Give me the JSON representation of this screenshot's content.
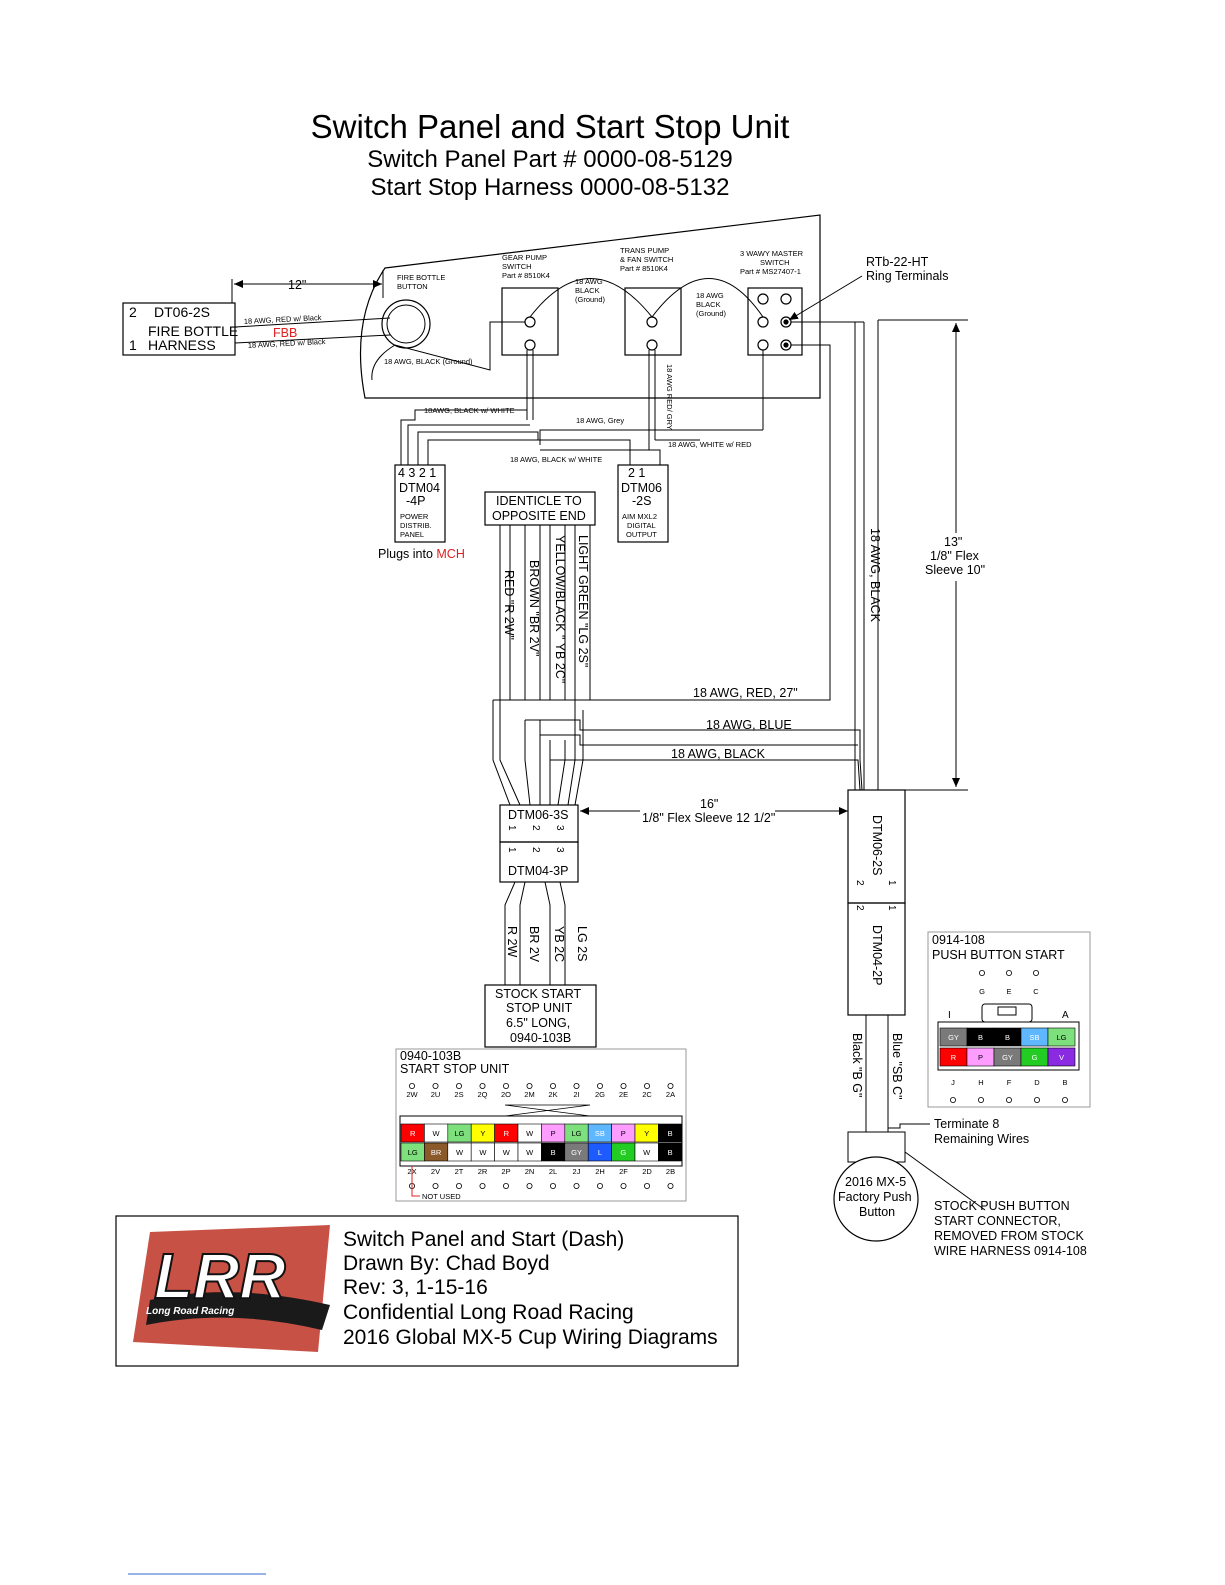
{
  "header": {
    "title": "Switch Panel and Start Stop Unit",
    "subtitle1": "Switch Panel Part # 0000-08-5129",
    "subtitle2": "Start Stop Harness 0000-08-5132"
  },
  "panel": {
    "dim_12": "12\"",
    "fire_bottle_button": [
      "FIRE BOTTLE",
      "BUTTON"
    ],
    "gear_pump_switch": [
      "GEAR PUMP",
      "SWITCH",
      "Part # 8510K4"
    ],
    "trans_pump_switch": [
      "TRANS PUMP",
      "& FAN SWITCH",
      "Part # 8510K4"
    ],
    "master_switch": [
      "3 WAWY MASTER",
      "SWITCH",
      "Part # MS27407-1"
    ],
    "ring_terminals": [
      "RTb-22-HT",
      "Ring Terminals"
    ],
    "awg_black_ground_1": [
      "18 AWG",
      "BLACK",
      "(Ground)"
    ],
    "awg_black_ground_2": [
      "18 AWG",
      "BLACK",
      "(Ground)"
    ],
    "awg_black_ground_3": "18 AWG, BLACK (Ground)",
    "awg_red_grey": "18 AWG RED/ GRY"
  },
  "fire_bottle_harness": {
    "pin2": "2",
    "pin1": "1",
    "connector": "DT06-2S",
    "label": [
      "FIRE BOTTLE",
      "HARNESS"
    ],
    "wire_top": "18 AWG, RED w/ Black",
    "wire_bottom": "18 AWG, RED w/ Black",
    "fbb": "FBB",
    "fbb_color": "#e02020"
  },
  "power_dist": {
    "pins": "4 3 2 1",
    "connector": [
      "DTM04",
      "-4P"
    ],
    "label": [
      "POWER",
      "DISTRIB.",
      "PANEL"
    ],
    "plugs_into": "Plugs into ",
    "mch": "MCH",
    "mch_color": "#e02020"
  },
  "aim_output": {
    "pins": "2   1",
    "connector": [
      "DTM06",
      "-2S"
    ],
    "label": [
      "AIM MXL2",
      "DIGITAL",
      "OUTPUT"
    ]
  },
  "wires": {
    "black_white_1": "18AWG, BLACK w/ WHITE",
    "grey": "18 AWG, Grey",
    "white_red": "18 AWG, WHITE w/ RED",
    "black_white_2": "18 AWG, BLACK w/ WHITE",
    "identicle": [
      "IDENTICLE TO",
      "OPPOSITE END"
    ],
    "red_r2w": "RED \"R 2W\"",
    "brown_br2v": "BROWN \"BR 2V\"",
    "yellow_black": "YELLOW/BLACK \" YB 2C\"",
    "light_green": "LIGHT GREEN \"LG 2S\"",
    "red_27": "18 AWG, RED, 27\"",
    "blue": "18 AWG, BLUE",
    "black": "18 AWG, BLACK",
    "awg_black_vertical": "18 AWG, BLACK",
    "dim_13": [
      "13\"",
      "1/8\" Flex",
      "Sleeve 10\""
    ],
    "dim_16": [
      "16\"",
      "1/8\" Flex Sleeve 12 1/2\""
    ]
  },
  "dtm06_3s": {
    "name": "DTM06-3S",
    "pins": [
      "1",
      "2",
      "3"
    ]
  },
  "dtm04_3p": {
    "name": "DTM04-3P",
    "pins": [
      "1",
      "2",
      "3"
    ]
  },
  "lower_wires": [
    "R 2W",
    "BR 2V",
    "YB 2C",
    "LG 2S"
  ],
  "stock_unit": [
    "STOCK START",
    "STOP UNIT",
    "6.5\" LONG,",
    "0940-103B"
  ],
  "dtm06_2s": {
    "name": "DTM06-2S",
    "pins": [
      "2",
      "1"
    ]
  },
  "dtm04_2p": {
    "name": "DTM04-2P",
    "pins": [
      "2",
      "1"
    ]
  },
  "push_wires": {
    "black": "Black \"B G\"",
    "blue": "Blue \"SB C\""
  },
  "terminate": [
    "Terminate 8",
    "Remaining Wires"
  ],
  "factory_button": [
    "2016 MX-5",
    "Factory Push",
    "Button"
  ],
  "stock_connector": [
    "STOCK PUSH BUTTON",
    "START CONNECTOR,",
    "REMOVED FROM STOCK",
    "WIRE HARNESS 0914-108"
  ],
  "push_button_detail": {
    "part": "0914-108",
    "title": "PUSH BUTTON START",
    "top_pins": [
      "G",
      "E",
      "C"
    ],
    "side_left": "I",
    "side_right": "A",
    "row1": [
      {
        "t": "GY",
        "bg": "#7a7a7a",
        "fg": "#ffffff"
      },
      {
        "t": "B",
        "bg": "#000000",
        "fg": "#ffffff"
      },
      {
        "t": "B",
        "bg": "#000000",
        "fg": "#ffffff"
      },
      {
        "t": "SB",
        "bg": "#5fb8ff",
        "fg": "#ffffff"
      },
      {
        "t": "LG",
        "bg": "#7de07d",
        "fg": "#000000"
      }
    ],
    "row2": [
      {
        "t": "R",
        "bg": "#ff0000",
        "fg": "#ffffff"
      },
      {
        "t": "P",
        "bg": "#ff9cff",
        "fg": "#000000"
      },
      {
        "t": "GY",
        "bg": "#7a7a7a",
        "fg": "#ffffff"
      },
      {
        "t": "G",
        "bg": "#22cc22",
        "fg": "#ffffff"
      },
      {
        "t": "V",
        "bg": "#8a2be2",
        "fg": "#ffffff"
      }
    ],
    "bottom_pins": [
      "J",
      "H",
      "F",
      "D",
      "B"
    ]
  },
  "start_stop_detail": {
    "part": "0940-103B",
    "title": "START STOP UNIT",
    "top_pins": [
      "2W",
      "2U",
      "2S",
      "2Q",
      "2O",
      "2M",
      "2K",
      "2I",
      "2G",
      "2E",
      "2C",
      "2A"
    ],
    "row1": [
      {
        "t": "R",
        "bg": "#ff0000",
        "fg": "#ffffff"
      },
      {
        "t": "W",
        "bg": "#ffffff",
        "fg": "#000000"
      },
      {
        "t": "LG",
        "bg": "#7de07d",
        "fg": "#000000"
      },
      {
        "t": "Y",
        "bg": "#ffff00",
        "fg": "#000000"
      },
      {
        "t": "R",
        "bg": "#ff0000",
        "fg": "#ffffff"
      },
      {
        "t": "W",
        "bg": "#ffffff",
        "fg": "#000000"
      },
      {
        "t": "P",
        "bg": "#ff9cff",
        "fg": "#000000"
      },
      {
        "t": "LG",
        "bg": "#7de07d",
        "fg": "#000000"
      },
      {
        "t": "SB",
        "bg": "#5fb8ff",
        "fg": "#ffffff"
      },
      {
        "t": "P",
        "bg": "#ff9cff",
        "fg": "#000000"
      },
      {
        "t": "Y",
        "bg": "#ffff00",
        "fg": "#000000"
      },
      {
        "t": "B",
        "bg": "#000000",
        "fg": "#ffffff"
      }
    ],
    "row2": [
      {
        "t": "LG",
        "bg": "#7de07d",
        "fg": "#000000"
      },
      {
        "t": "BR",
        "bg": "#8b5a2b",
        "fg": "#ffffff"
      },
      {
        "t": "W",
        "bg": "#ffffff",
        "fg": "#000000"
      },
      {
        "t": "W",
        "bg": "#ffffff",
        "fg": "#000000"
      },
      {
        "t": "W",
        "bg": "#ffffff",
        "fg": "#000000"
      },
      {
        "t": "W",
        "bg": "#ffffff",
        "fg": "#000000"
      },
      {
        "t": "B",
        "bg": "#000000",
        "fg": "#ffffff"
      },
      {
        "t": "GY",
        "bg": "#7a7a7a",
        "fg": "#ffffff"
      },
      {
        "t": "L",
        "bg": "#1e5bff",
        "fg": "#ffffff"
      },
      {
        "t": "G",
        "bg": "#22cc22",
        "fg": "#ffffff"
      },
      {
        "t": "W",
        "bg": "#ffffff",
        "fg": "#000000"
      },
      {
        "t": "B",
        "bg": "#000000",
        "fg": "#ffffff"
      }
    ],
    "bottom_pins": [
      "2X",
      "2V",
      "2T",
      "2R",
      "2P",
      "2N",
      "2L",
      "2J",
      "2H",
      "2F",
      "2D",
      "2B"
    ],
    "not_used": "NOT USED"
  },
  "title_block": {
    "logo_text": "LRR",
    "logo_sub": "Long Road Racing",
    "lines": [
      "Switch Panel and Start (Dash)",
      "Drawn By: Chad Boyd",
      "Rev: 3, 1-15-16",
      "Confidential Long Road Racing",
      "2016 Global MX-5 Cup Wiring Diagrams"
    ]
  }
}
